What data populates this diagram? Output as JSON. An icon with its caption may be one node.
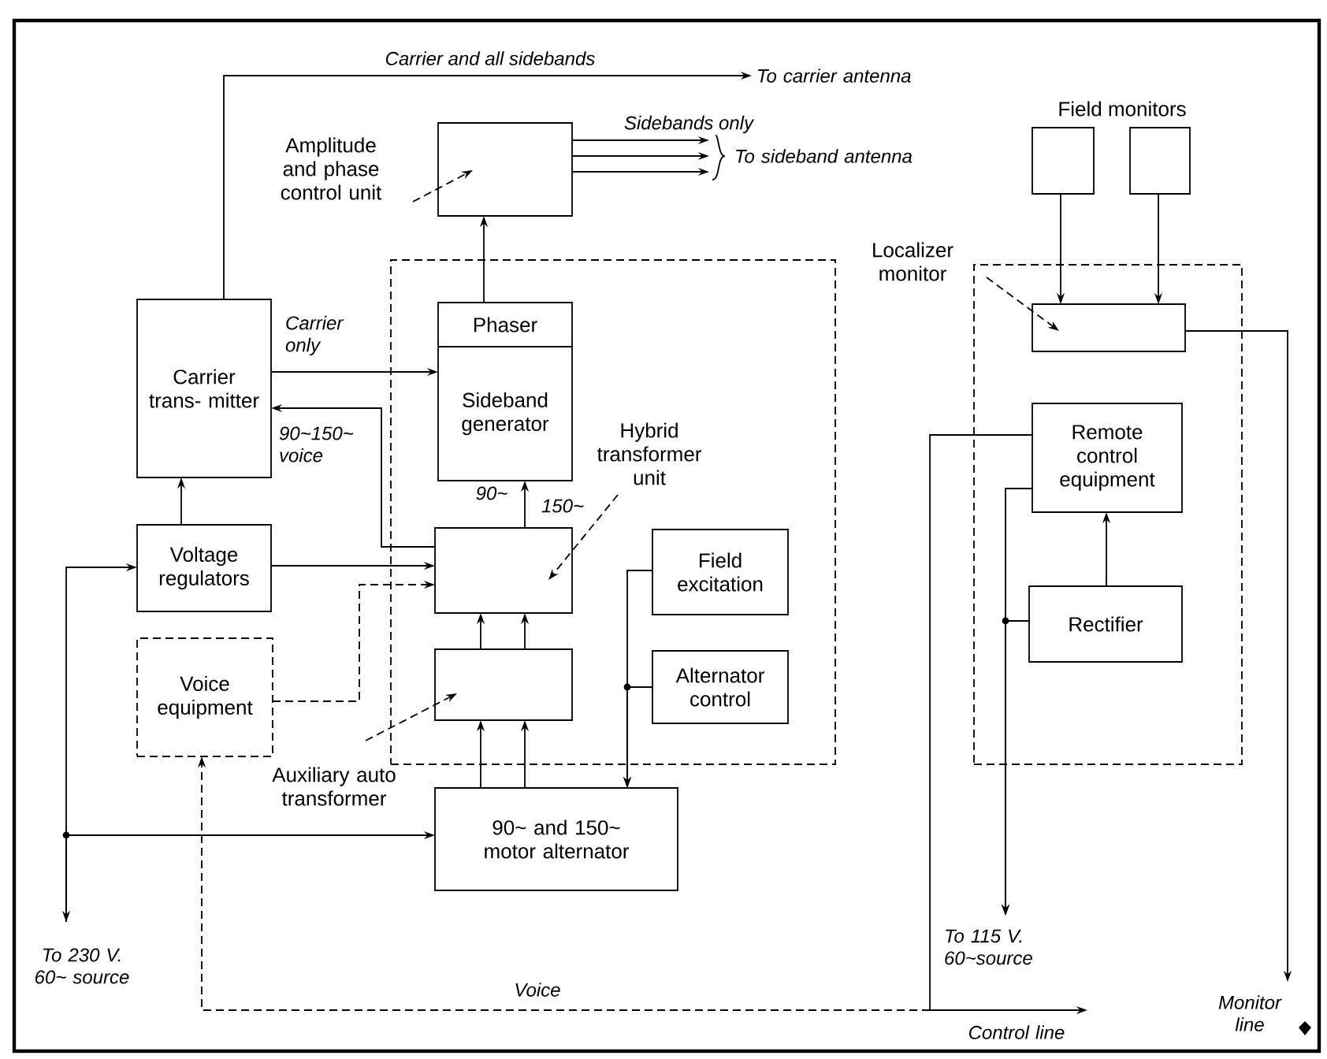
{
  "diagram": {
    "nodes": [
      {
        "text": [
          "Amplitude and phase control unit"
        ]
      },
      {
        "text": [],
        "shape": "box"
      },
      {
        "text": [
          "Carrier trans- mitter"
        ]
      },
      {
        "text": [],
        "shape": "box"
      },
      {
        "text": [
          "Phaser",
          "Sideband generator"
        ],
        "in": 3
      },
      {
        "text": [
          "Hybrid transformer unit"
        ],
        "in": 3
      },
      {
        "text": [],
        "shape": "box",
        "in": 3
      },
      {
        "text": [
          "Field excitation"
        ],
        "in": 3
      },
      {
        "text": [],
        "shape": "box",
        "in": 3
      },
      {
        "text": [
          "Alternator control"
        ],
        "in": 3
      },
      {
        "text": [
          "Voltage regulators"
        ]
      },
      {
        "text": [
          "Voice equipment"
        ]
      },
      {
        "text": [
          "Auxiliary auto transformer"
        ]
      },
      {
        "text": [
          "90~ and 150~ motor alternator"
        ]
      },
      {
        "text": [],
        "shape": "box"
      },
      {
        "text": [],
        "shape": "box"
      },
      {
        "text": [
          "Localizer monitor"
        ]
      },
      {
        "text": [],
        "shape": "box"
      },
      {
        "text": [],
        "shape": "box",
        "in": 17
      },
      {
        "text": [
          "Remote control equipment"
        ],
        "in": 17
      },
      {
        "text": [
          "Rectifier"
        ],
        "in": 17
      },
      {
        "text": [
          "To carrier antenna"
        ]
      },
      {
        "text": [
          "To sideband antenna"
        ]
      },
      {
        "text": [
          "To 230 V. 60~ source"
        ]
      },
      {
        "text": [
          "To 115 V. 60~source"
        ]
      },
      {
        "text": [
          "Control line"
        ]
      },
      {
        "text": [
          "Monitor line"
        ]
      }
    ],
    "edges": [
      {
        "from": 2,
        "to": 21,
        "arrow": "to",
        "label": "Carrier and all sidebands"
      },
      {
        "from": 1,
        "to": 22,
        "arrow": "to",
        "label": "Sidebands only"
      },
      {
        "from": 1,
        "to": 22,
        "arrow": "to"
      },
      {
        "from": 1,
        "to": 22,
        "arrow": "to"
      },
      {
        "from": 4,
        "to": 1,
        "arrow": "to"
      },
      {
        "from": 2,
        "to": 4,
        "arrow": "to",
        "label": "Carrier only"
      },
      {
        "from": 6,
        "to": 2,
        "arrow": "to",
        "label": "90~150~ voice"
      },
      {
        "from": 6,
        "to": 4,
        "arrow": "to",
        "label": "150~"
      },
      {
        "from": 8,
        "to": 6,
        "arrow": "to"
      },
      {
        "from": 8,
        "to": 6,
        "arrow": "to"
      },
      {
        "from": 13,
        "to": 8,
        "arrow": "to"
      },
      {
        "from": 13,
        "to": 8,
        "arrow": "to"
      },
      {
        "from": 10,
        "to": 6,
        "arrow": "to"
      },
      {
        "from": 11,
        "to": 6,
        "arrow": "to",
        "style": "dashed"
      },
      {
        "from": 10,
        "to": 2,
        "arrow": "to"
      },
      {
        "from": 10,
        "to": 23,
        "arrow": "both"
      },
      {
        "from": 23,
        "to": 13,
        "arrow": "to"
      },
      {
        "from": 7,
        "to": 13,
        "arrow": "to"
      },
      {
        "from": 9,
        "to": 13,
        "arrow": "to"
      },
      {
        "from": 14,
        "to": 18,
        "arrow": "to"
      },
      {
        "from": 15,
        "to": 18,
        "arrow": "to"
      },
      {
        "from": 18,
        "to": 26,
        "arrow": "to"
      },
      {
        "from": 19,
        "to": 25,
        "arrow": "to"
      },
      {
        "from": 25,
        "to": 11,
        "arrow": "to",
        "style": "dashed",
        "label": "Voice"
      },
      {
        "from": 20,
        "to": 19,
        "arrow": "to"
      },
      {
        "from": 20,
        "to": 24,
        "arrow": "to"
      },
      {
        "from": 19,
        "to": 24,
        "arrow": "to"
      },
      {
        "from": 0,
        "to": 1,
        "arrow": "to",
        "style": "dashed"
      },
      {
        "from": 5,
        "to": 6,
        "arrow": "to",
        "style": "dashed"
      },
      {
        "from": 12,
        "to": 8,
        "arrow": "to",
        "style": "dashed"
      },
      {
        "from": 16,
        "to": 18,
        "arrow": "to",
        "style": "dashed"
      }
    ],
    "labels": [
      "Field monitors",
      "90~"
    ]
  }
}
